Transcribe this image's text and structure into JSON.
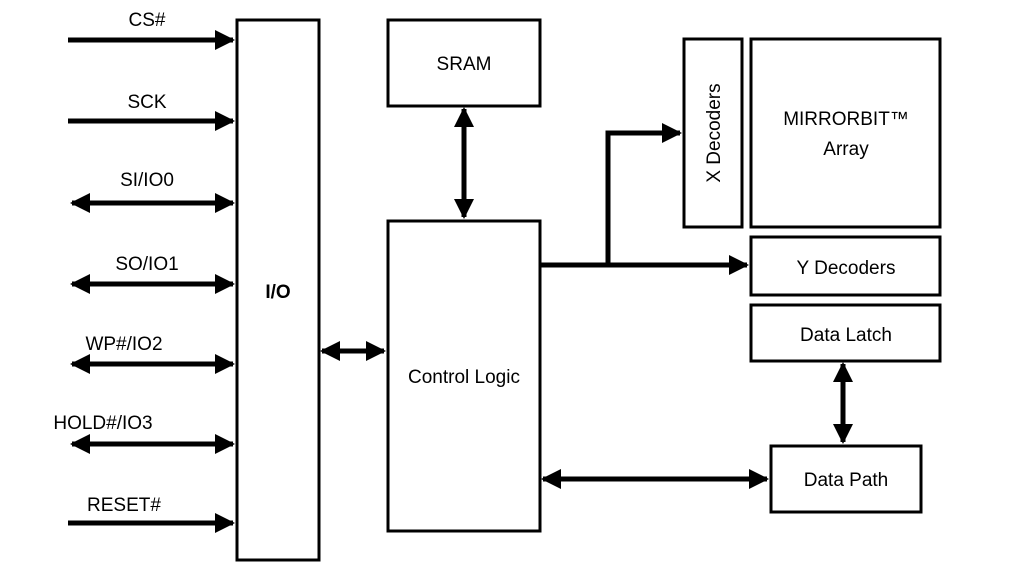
{
  "blocks": {
    "io": "I/O",
    "sram": "SRAM",
    "control_logic": "Control Logic",
    "x_decoders": "X Decoders",
    "array_line1": "MIRRORBIT™",
    "array_line2": "Array",
    "y_decoders": "Y Decoders",
    "data_latch": "Data Latch",
    "data_path": "Data Path"
  },
  "signals": [
    {
      "label": "CS#",
      "direction": "in"
    },
    {
      "label": "SCK",
      "direction": "in"
    },
    {
      "label": "SI/IO0",
      "direction": "bidirectional"
    },
    {
      "label": "SO/IO1",
      "direction": "bidirectional"
    },
    {
      "label": "WP#/IO2",
      "direction": "bidirectional"
    },
    {
      "label": "HOLD#/IO3",
      "direction": "bidirectional"
    },
    {
      "label": "RESET#",
      "direction": "in"
    }
  ],
  "colors": {
    "stroke": "#000000",
    "fill": "#ffffff",
    "text": "#000000"
  }
}
